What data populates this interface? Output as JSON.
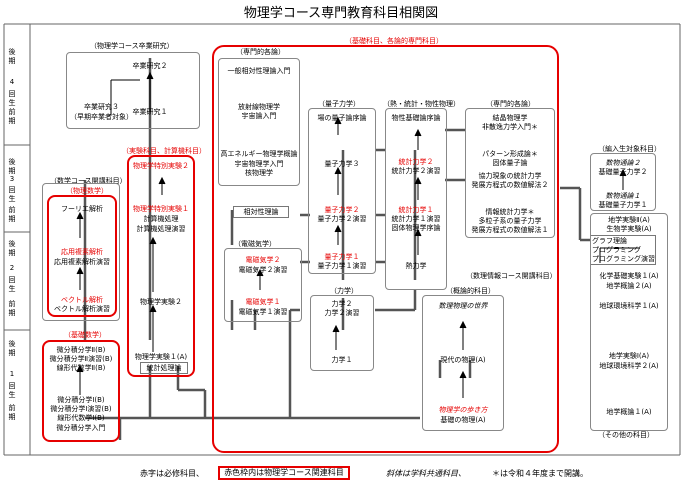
{
  "title": "物理学コース専門教育科目相関図",
  "years": [
    {
      "num": "4",
      "label": "回生",
      "early": "前期",
      "late": "後期"
    },
    {
      "num": "3",
      "label": "回生",
      "early": "前期",
      "late": "後期"
    },
    {
      "num": "2",
      "label": "回生",
      "early": "前期",
      "late": "後期"
    },
    {
      "num": "1",
      "label": "回生",
      "early": "前期",
      "late": "後期"
    }
  ],
  "headers": {
    "graduation": "（物理学コース卒業研究）",
    "foundation": "（基礎科目、各論的専門科目）",
    "specialized1": "（専門的各論）",
    "quantum": "（量子力学）",
    "thermo": "（熱・統計・物性物理）",
    "specialized2": "（専門的各論）",
    "experiment": "（実験科目、計算機科目）",
    "math_open": "（数学コース開講科目）",
    "math_physics": "（物理数学）",
    "relativity": "相対性理論",
    "em": "（電磁気学）",
    "mechanics": "（力学）",
    "basic_math": "（基礎数学）",
    "intro": "（概論的科目）",
    "info_open": "（数理情報コース開講科目）",
    "entry": "（編入生対象科目）",
    "other": "（その他の科目）"
  },
  "courses": {
    "grad2": "卒業研究２",
    "grad1": "卒業研究１",
    "grad3": "卒業研究３",
    "grad3_note": "（早期卒業者対象）",
    "gen_rel": "一般相対性理論入門",
    "radiation": "放射線物理学",
    "cosmo": "宇宙論入門",
    "high_energy": "高エネルギー物理学概論",
    "cosmic_ray": "宇宙物理学入門",
    "nuclear": "核物理学",
    "field_q": "場の量子論序論",
    "qm3": "量子力学３",
    "qm2": "量子力学２",
    "qm2ex": "量子力学２演習",
    "qm1": "量子力学１",
    "qm1ex": "量子力学１演習",
    "cond": "物性基礎論序論",
    "stat2": "統計力学２",
    "stat2ex": "統計力学２演習",
    "stat1": "統計力学１",
    "stat1ex": "統計力学１演習",
    "solid_intro": "固体物理学序論",
    "thermo_d": "熱力学",
    "crystal": "結晶物理学",
    "nonlin": "非散逸力学入門＊",
    "pattern": "パターン形成論＊",
    "solid_q": "固体量子論",
    "coop": "協力現象の統計力学",
    "num1": "発展方程式の数値解法２",
    "info_stat": "情報統計力学＊",
    "many": "多粒子系の量子力学",
    "num2": "発展方程式の数値解法１",
    "exp_special2": "物理学特別実験２",
    "exp_special1": "物理学特別実験１",
    "calc_machine": "計算機処理",
    "calc_ex": "計算機処理演習",
    "exp2": "物理学実験２",
    "exp1": "物理学実験１(A)",
    "stat_proc": "統計処理論",
    "fourier": "フーリエ解析",
    "complex": "応用複素解析",
    "complex_ex": "応用複素解析演習",
    "vector": "ベクトル解析",
    "vector_ex": "ベクトル解析演習",
    "em2": "電磁気学２",
    "em2ex": "電磁気学２演習",
    "em1": "電磁気学１",
    "em1ex": "電磁気学１演習",
    "mech2": "力学２",
    "mech2ex": "力学２演習",
    "mech1": "力学１",
    "calc2b": "微分積分学Ⅱ(B)",
    "calc2ex": "微分積分学Ⅱ演習(B)",
    "lin2": "線形代数学Ⅱ(B)",
    "calc1b": "微分積分学Ⅰ(B)",
    "calc1ex": "微分積分学Ⅰ演習(B)",
    "lin1": "線形代数学Ⅰ(B)",
    "calc_intro": "微分積分学入門",
    "math_phys_world": "数理物理の世界",
    "modern": "現代の物理(A)",
    "physics_walk": "物理学の歩き方",
    "basic_phys": "基礎の物理(A)",
    "entry1": "数物通論２",
    "entry2": "基礎量子力学２",
    "entry3": "数物通論１",
    "entry4": "基礎量子力学１",
    "lab2": "地学実験Ⅱ(A)",
    "bio": "生物学実験(A)",
    "graph": "グラフ理論",
    "prog": "プログラミング",
    "prog_ex": "プログラミング演習",
    "chem": "化学基礎実験１(A)",
    "geo2": "地学概論２(A)",
    "earth_sci": "地球環境科学１(A)",
    "lab1": "地学実験Ⅰ(A)",
    "earth_sci2": "地球環境科学２(A)",
    "geo1": "地学概論１(A)"
  },
  "legend": {
    "red": "赤字は必修科目、",
    "box": "赤色枠内は物理学コース関連科目",
    "italic": "斜体は学科共通科目、",
    "star": "＊は令和４年度まで開講。"
  },
  "colors": {
    "accent": "#e60000",
    "line": "#555555"
  }
}
